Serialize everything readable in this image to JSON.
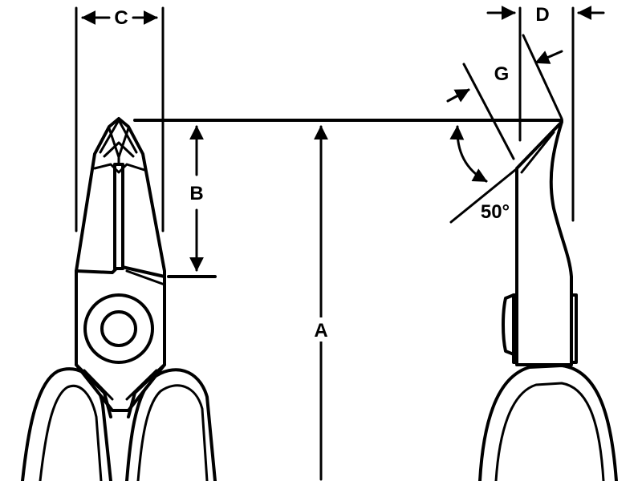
{
  "labels": {
    "a": "A",
    "b": "B",
    "c": "C",
    "d": "D",
    "g": "G",
    "angle": "50°"
  },
  "colors": {
    "line": "#000000",
    "background": "#ffffff"
  }
}
